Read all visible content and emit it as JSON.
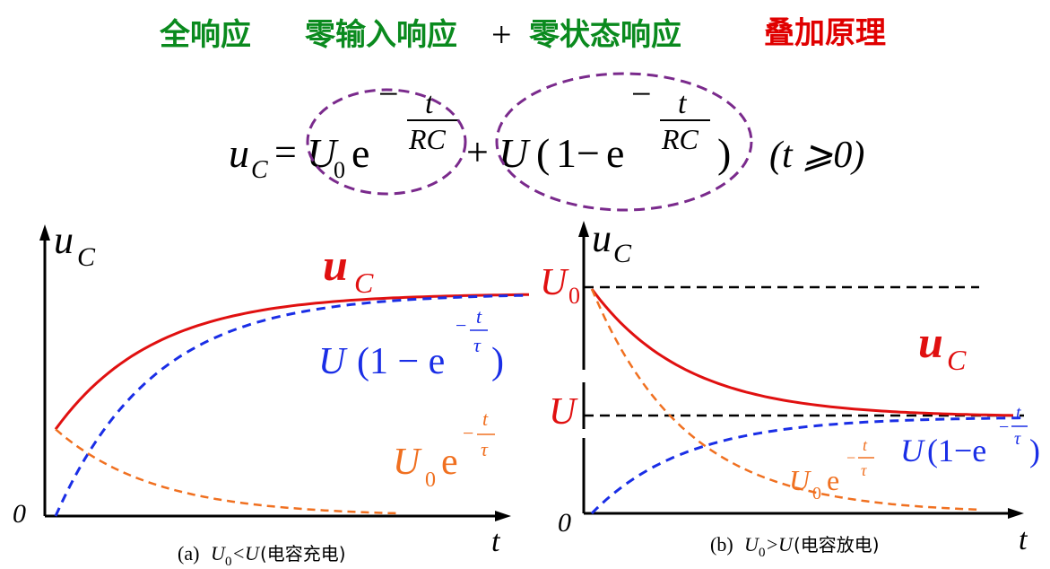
{
  "header": {
    "full_response": "全响应",
    "zero_input": "零输入响应",
    "plus": "+",
    "zero_state": "零状态响应",
    "principle": "叠加原理"
  },
  "formula": {
    "lhs_var": "u",
    "lhs_sub": "C",
    "equals": "=",
    "term1_U": "U",
    "term1_sub": "0",
    "e": "e",
    "minus": "−",
    "exp_num": "t",
    "exp_den": "RC",
    "plus": "+",
    "term2_U": "U",
    "open_paren": "(",
    "one_minus": "1−",
    "close_paren": ")",
    "condition": "(t ⩾0)"
  },
  "colors": {
    "title_green": "#0a8a1e",
    "title_red": "#e00000",
    "uc_curve": "#e01010",
    "zero_state_curve": "#1a2ee6",
    "zero_input_curve": "#f07020",
    "ellipse": "#7a2a8c",
    "axis": "#000000"
  },
  "graph_a": {
    "y_axis_var": "u",
    "y_axis_sub": "C",
    "x_axis_label": "t",
    "origin_label": "0",
    "uc_label_var": "u",
    "uc_label_sub": "C",
    "zs_label_U": "U",
    "zs_label_paren": "(1 − e",
    "zs_label_close": ")",
    "zs_exp_num": "t",
    "zs_exp_den": "τ",
    "zs_exp_minus": "−",
    "zi_label_U": "U",
    "zi_label_sub": "0",
    "zi_label_e": "e",
    "zi_exp_minus": "−",
    "zi_exp_num": "t",
    "zi_exp_den": "τ",
    "caption_prefix": "(a) ",
    "caption_U0": "U",
    "caption_U0_sub": "0",
    "caption_lt": "<",
    "caption_U": "U",
    "caption_text": "(电容充电)",
    "U0_fraction": 0.39,
    "U_fraction": 1.0
  },
  "graph_b": {
    "y_axis_var": "u",
    "y_axis_sub": "C",
    "x_axis_label": "t",
    "origin_label": "0",
    "U0_tick_label": "U",
    "U0_tick_sub": "0",
    "U_tick_label": "U",
    "uc_label_var": "u",
    "uc_label_sub": "C",
    "zs_label_U": "U",
    "zs_label_paren": "(1−e",
    "zs_label_close": ")",
    "zs_exp_minus": "−",
    "zs_exp_num": "t",
    "zs_exp_den": "τ",
    "zi_label_U": "U",
    "zi_label_sub": "0",
    "zi_label_e": "e",
    "zi_exp_minus": "−",
    "zi_exp_num": "t",
    "zi_exp_den": "τ",
    "caption_prefix": "(b) ",
    "caption_U0": "U",
    "caption_U0_sub": "0",
    "caption_gt": ">",
    "caption_U": "U",
    "caption_text": "(电容放电)",
    "U0_fraction": 1.0,
    "U_fraction": 0.43
  }
}
